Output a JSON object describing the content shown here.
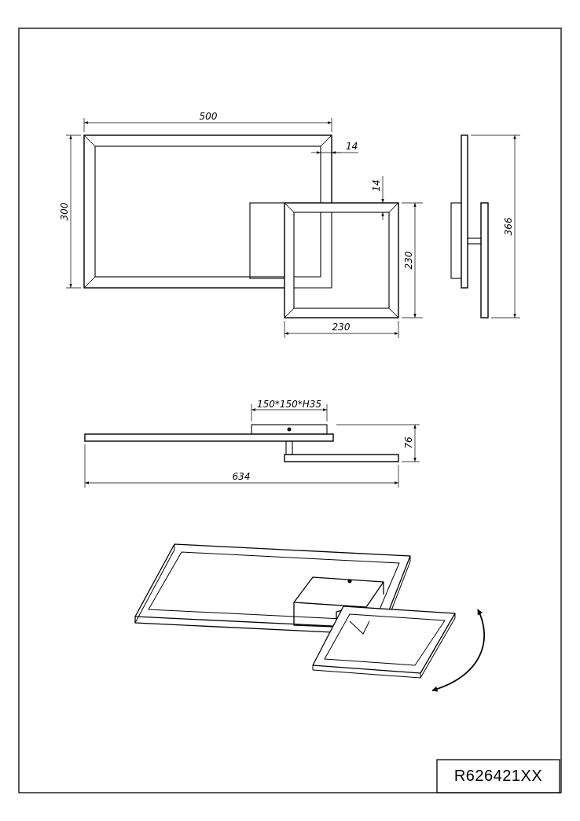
{
  "product_code": "R626421XX",
  "dimensions": {
    "large_frame_width": "500",
    "large_frame_height": "300",
    "frame_profile_width": "14",
    "small_frame_profile_width": "14",
    "small_frame_height": "230",
    "small_frame_width": "230",
    "side_total_height": "366",
    "canopy_size": "150*150*H35",
    "side_total_depth": "76",
    "total_length": "634"
  }
}
